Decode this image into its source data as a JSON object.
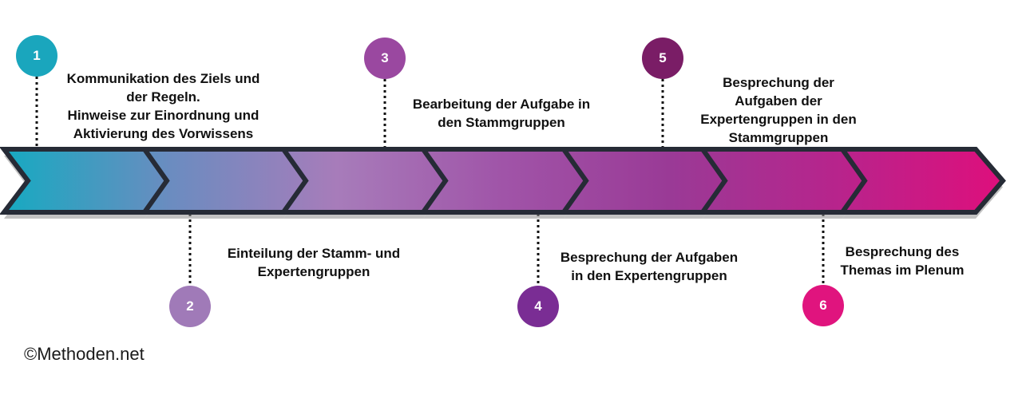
{
  "diagram": {
    "steps": [
      {
        "number": "1",
        "color": "#1aa6bd",
        "lines": [
          "Kommunikation des Ziels und",
          "der Regeln.",
          "Hinweise zur Einordnung und",
          "Aktivierung des Vorwissens"
        ]
      },
      {
        "number": "2",
        "color": "#a07ab8",
        "lines": [
          "Einteilung der Stamm- und",
          "Expertengruppen"
        ]
      },
      {
        "number": "3",
        "color": "#9a48a0",
        "lines": [
          "Bearbeitung der Aufgabe in",
          "den Stammgruppen"
        ]
      },
      {
        "number": "4",
        "color": "#7a2d94",
        "lines": [
          "Besprechung der Aufgaben",
          "in den Expertengruppen"
        ]
      },
      {
        "number": "5",
        "color": "#7a1d66",
        "lines": [
          "Besprechung der",
          "Aufgaben der",
          "Expertengruppen in den",
          "Stammgruppen"
        ]
      },
      {
        "number": "6",
        "color": "#e0147e",
        "lines": [
          "Besprechung des",
          "Themas im Plenum"
        ]
      }
    ],
    "gradient": [
      "#16aac1",
      "#6b8cc0",
      "#a77cba",
      "#a054a8",
      "#9a3a96",
      "#b7248c",
      "#de0f7c"
    ],
    "outline_color": "#262b36",
    "copyright": "©Methoden.net"
  }
}
